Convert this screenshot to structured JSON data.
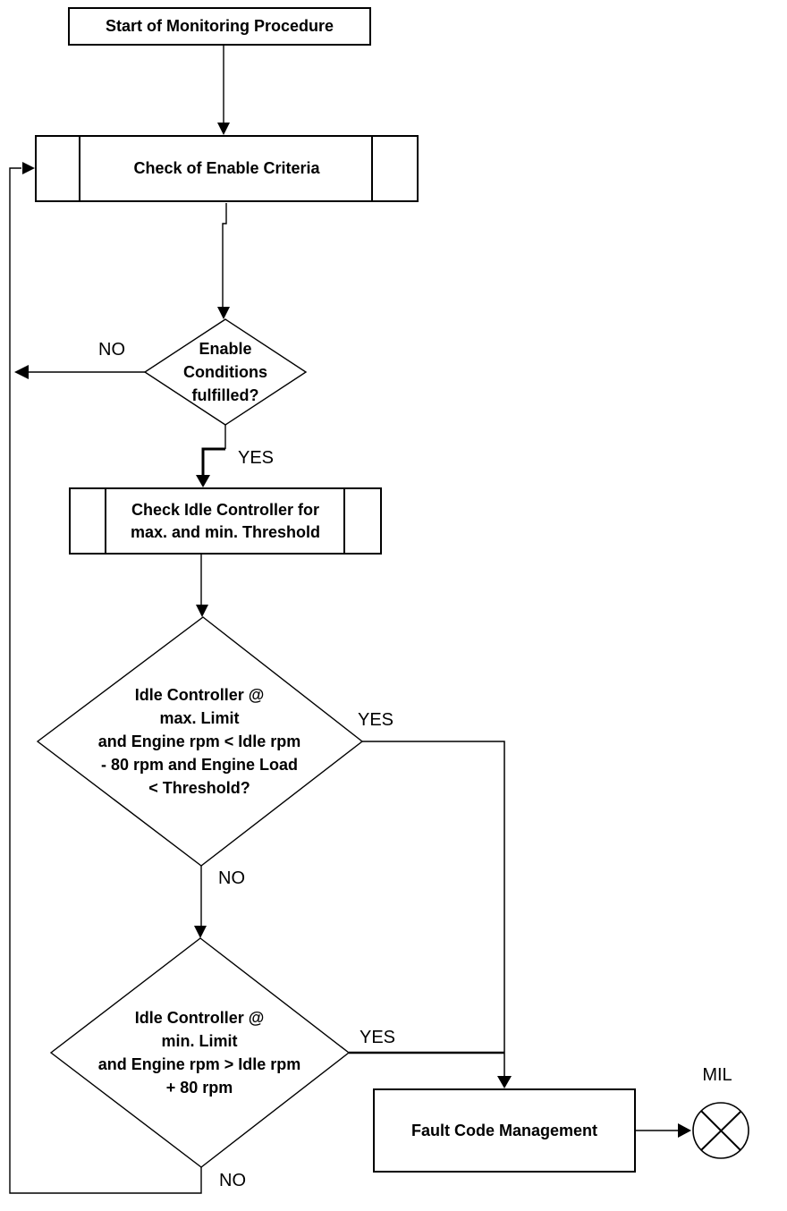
{
  "flowchart": {
    "nodes": {
      "start": {
        "label": "Start of Monitoring Procedure"
      },
      "check_enable": {
        "label": "Check of Enable Criteria"
      },
      "enable_decision": {
        "lines": [
          "Enable",
          "Conditions",
          "fulfilled?"
        ]
      },
      "check_idle": {
        "lines": [
          "Check Idle Controller for",
          "max. and min. Threshold"
        ]
      },
      "max_limit_decision": {
        "lines": [
          "Idle Controller @",
          "max. Limit",
          "and Engine rpm < Idle rpm",
          "- 80 rpm and Engine Load",
          "< Threshold?"
        ]
      },
      "min_limit_decision": {
        "lines": [
          "Idle Controller @",
          "min. Limit",
          "and Engine rpm > Idle rpm",
          "+ 80 rpm"
        ]
      },
      "fault_code": {
        "label": "Fault Code Management"
      },
      "mil_indicator": {
        "label": "MIL"
      }
    },
    "edge_labels": {
      "enable_no": "NO",
      "enable_yes": "YES",
      "max_yes": "YES",
      "max_no": "NO",
      "min_yes": "YES",
      "min_no": "NO"
    },
    "colors": {
      "stroke": "#000000",
      "fill": "#ffffff",
      "text": "#000000"
    }
  }
}
